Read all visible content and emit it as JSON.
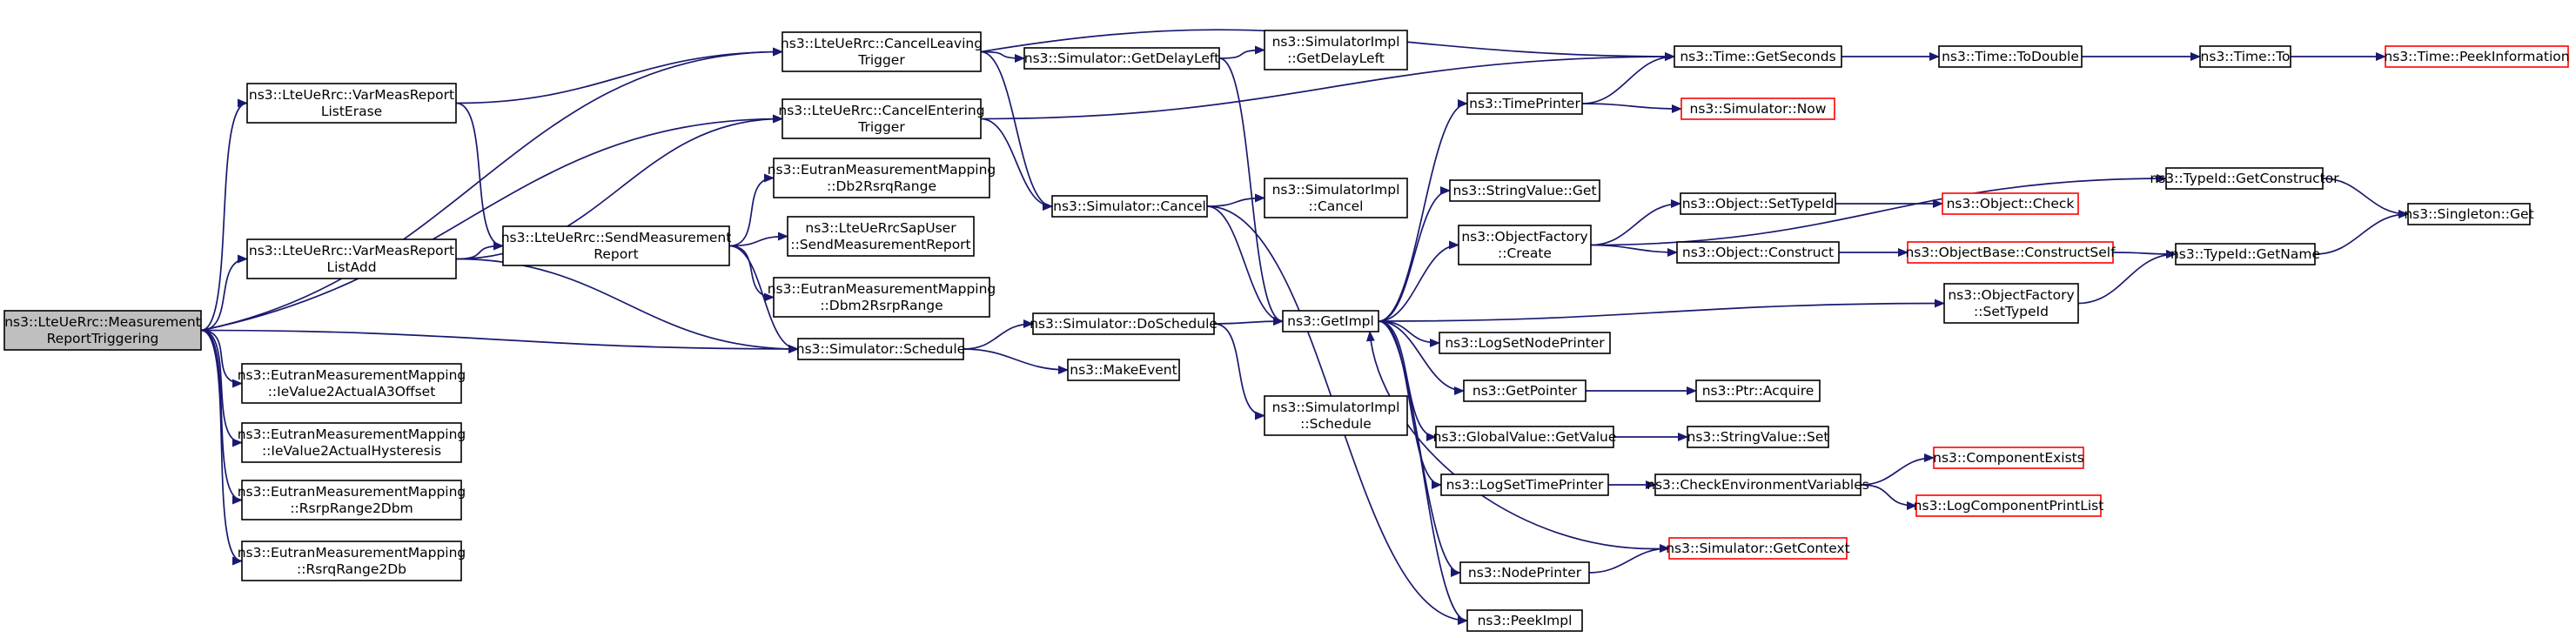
{
  "colors": {
    "edge": "#191970",
    "node_border": "#000000",
    "red_border": "#ff0000",
    "root_fill": "#bfbfbf"
  },
  "nodes": [
    {
      "id": "n1",
      "lines": [
        "ns3::LteUeRrc::Measurement",
        "ReportTriggering"
      ],
      "style": "root"
    },
    {
      "id": "n2",
      "lines": [
        "ns3::LteUeRrc::VarMeasReport",
        "ListErase"
      ],
      "style": "normal"
    },
    {
      "id": "n3",
      "lines": [
        "ns3::LteUeRrc::VarMeasReport",
        "ListAdd"
      ],
      "style": "normal"
    },
    {
      "id": "n4",
      "lines": [
        "ns3::LteUeRrc::CancelLeaving",
        "Trigger"
      ],
      "style": "normal"
    },
    {
      "id": "n5",
      "lines": [
        "ns3::LteUeRrc::CancelEntering",
        "Trigger"
      ],
      "style": "normal"
    },
    {
      "id": "n6",
      "lines": [
        "ns3::LteUeRrc::SendMeasurement",
        "Report"
      ],
      "style": "normal"
    },
    {
      "id": "n7",
      "lines": [
        "ns3::Simulator::Schedule"
      ],
      "style": "normal"
    },
    {
      "id": "n8",
      "lines": [
        "ns3::EutranMeasurementMapping",
        "::IeValue2ActualA3Offset"
      ],
      "style": "normal"
    },
    {
      "id": "n9",
      "lines": [
        "ns3::EutranMeasurementMapping",
        "::IeValue2ActualHysteresis"
      ],
      "style": "normal"
    },
    {
      "id": "n10",
      "lines": [
        "ns3::EutranMeasurementMapping",
        "::RsrpRange2Dbm"
      ],
      "style": "normal"
    },
    {
      "id": "n11",
      "lines": [
        "ns3::EutranMeasurementMapping",
        "::RsrqRange2Db"
      ],
      "style": "normal"
    },
    {
      "id": "n12",
      "lines": [
        "ns3::EutranMeasurementMapping",
        "::Db2RsrqRange"
      ],
      "style": "normal"
    },
    {
      "id": "n13",
      "lines": [
        "ns3::LteUeRrcSapUser",
        "::SendMeasurementReport"
      ],
      "style": "normal"
    },
    {
      "id": "n14",
      "lines": [
        "ns3::EutranMeasurementMapping",
        "::Dbm2RsrpRange"
      ],
      "style": "normal"
    },
    {
      "id": "n15",
      "lines": [
        "ns3::Simulator::GetDelayLeft"
      ],
      "style": "normal"
    },
    {
      "id": "n16",
      "lines": [
        "ns3::Simulator::Cancel"
      ],
      "style": "normal"
    },
    {
      "id": "n17",
      "lines": [
        "ns3::Simulator::DoSchedule"
      ],
      "style": "normal"
    },
    {
      "id": "n18",
      "lines": [
        "ns3::MakeEvent"
      ],
      "style": "normal"
    },
    {
      "id": "n19",
      "lines": [
        "ns3::SimulatorImpl",
        "::GetDelayLeft"
      ],
      "style": "normal"
    },
    {
      "id": "n20",
      "lines": [
        "ns3::SimulatorImpl",
        "::Cancel"
      ],
      "style": "normal"
    },
    {
      "id": "n21",
      "lines": [
        "ns3::GetImpl"
      ],
      "style": "normal"
    },
    {
      "id": "n22",
      "lines": [
        "ns3::SimulatorImpl",
        "::Schedule"
      ],
      "style": "normal"
    },
    {
      "id": "n23",
      "lines": [
        "ns3::Time::GetSeconds"
      ],
      "style": "normal"
    },
    {
      "id": "n24",
      "lines": [
        "ns3::TimePrinter"
      ],
      "style": "normal"
    },
    {
      "id": "n25",
      "lines": [
        "ns3::StringValue::Get"
      ],
      "style": "normal"
    },
    {
      "id": "n26",
      "lines": [
        "ns3::ObjectFactory",
        "::Create"
      ],
      "style": "normal"
    },
    {
      "id": "n27",
      "lines": [
        "ns3::LogSetNodePrinter"
      ],
      "style": "normal"
    },
    {
      "id": "n28",
      "lines": [
        "ns3::GetPointer"
      ],
      "style": "normal"
    },
    {
      "id": "n29",
      "lines": [
        "ns3::GlobalValue::GetValue"
      ],
      "style": "normal"
    },
    {
      "id": "n30",
      "lines": [
        "ns3::LogSetTimePrinter"
      ],
      "style": "normal"
    },
    {
      "id": "n31",
      "lines": [
        "ns3::NodePrinter"
      ],
      "style": "normal"
    },
    {
      "id": "n32",
      "lines": [
        "ns3::PeekImpl"
      ],
      "style": "normal"
    },
    {
      "id": "n33",
      "lines": [
        "ns3::Simulator::Now"
      ],
      "style": "red"
    },
    {
      "id": "n34",
      "lines": [
        "ns3::Object::SetTypeId"
      ],
      "style": "normal"
    },
    {
      "id": "n35",
      "lines": [
        "ns3::Object::Construct"
      ],
      "style": "normal"
    },
    {
      "id": "n36",
      "lines": [
        "ns3::ObjectFactory",
        "::SetTypeId"
      ],
      "style": "normal"
    },
    {
      "id": "n37",
      "lines": [
        "ns3::Ptr::Acquire"
      ],
      "style": "normal"
    },
    {
      "id": "n38",
      "lines": [
        "ns3::StringValue::Set"
      ],
      "style": "normal"
    },
    {
      "id": "n39",
      "lines": [
        "ns3::CheckEnvironmentVariables"
      ],
      "style": "normal"
    },
    {
      "id": "n40",
      "lines": [
        "ns3::Simulator::GetContext"
      ],
      "style": "red"
    },
    {
      "id": "n41",
      "lines": [
        "ns3::Time::ToDouble"
      ],
      "style": "normal"
    },
    {
      "id": "n42",
      "lines": [
        "ns3::Object::Check"
      ],
      "style": "red"
    },
    {
      "id": "n43",
      "lines": [
        "ns3::ObjectBase::ConstructSelf"
      ],
      "style": "red"
    },
    {
      "id": "n44",
      "lines": [
        "ns3::ComponentExists"
      ],
      "style": "red"
    },
    {
      "id": "n45",
      "lines": [
        "ns3::LogComponentPrintList"
      ],
      "style": "red"
    },
    {
      "id": "n46",
      "lines": [
        "ns3::Time::To"
      ],
      "style": "normal"
    },
    {
      "id": "n47",
      "lines": [
        "ns3::TypeId::GetConstructor"
      ],
      "style": "normal"
    },
    {
      "id": "n48",
      "lines": [
        "ns3::TypeId::GetName"
      ],
      "style": "normal"
    },
    {
      "id": "n49",
      "lines": [
        "ns3::Time::PeekInformation"
      ],
      "style": "red"
    },
    {
      "id": "n50",
      "lines": [
        "ns3::Singleton::Get"
      ],
      "style": "normal"
    }
  ]
}
